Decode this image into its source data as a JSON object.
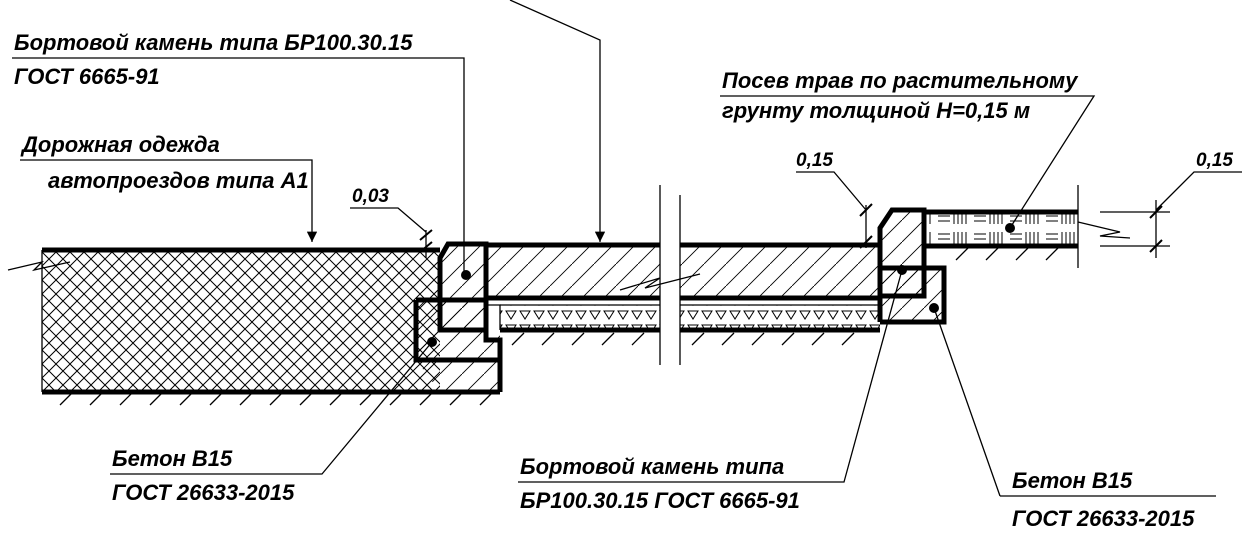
{
  "labels": {
    "curb_top_line1": "Бортовой камень типа БР100.30.15",
    "curb_top_line2": "ГОСТ 6665-91",
    "pavement_line1": "Дорожная одежда",
    "pavement_line2": "автопроездов типа А1",
    "grass_line1": "Посев трав по растительному",
    "grass_line2": "грунту толщиной H=0,15 м",
    "concrete_left_line1": "Бетон В15",
    "concrete_left_line2": "ГОСТ 26633-2015",
    "curb_bottom_line1": "Бортовой камень типа",
    "curb_bottom_line2": "БР100.30.15 ГОСТ 6665-91",
    "concrete_right_line1": "Бетон В15",
    "concrete_right_line2": "ГОСТ 26633-2015"
  },
  "dimensions": {
    "curb_height_left": "0,03",
    "curb_height_right": "0,15",
    "grass_thickness": "0,15"
  }
}
